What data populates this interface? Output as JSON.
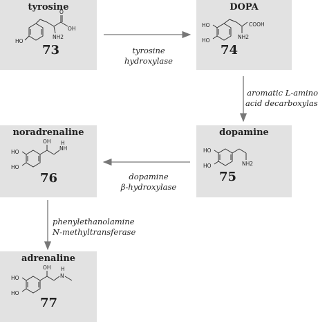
{
  "compounds": [
    {
      "name": "tyrosine",
      "number": "73",
      "labels": {
        "oh": "HO",
        "cooh_o": "O",
        "cooh_oh": "OH",
        "nh2": "NH2"
      }
    },
    {
      "name": "DOPA",
      "number": "74",
      "labels": {
        "oh1": "HO",
        "oh2": "HO",
        "cooh": "COOH",
        "nh2": "NH2"
      }
    },
    {
      "name": "dopamine",
      "number": "75",
      "labels": {
        "oh1": "HO",
        "oh2": "HO",
        "nh2": "NH2"
      }
    },
    {
      "name": "noradrenaline",
      "number": "76",
      "labels": {
        "oh1": "HO",
        "oh2": "HO",
        "oh3": "OH",
        "nh": "NH",
        "h": "H"
      }
    },
    {
      "name": "adrenaline",
      "number": "77",
      "labels": {
        "oh1": "HO",
        "oh2": "HO",
        "oh3": "OH",
        "n": "N",
        "h": "H"
      }
    }
  ],
  "enzymes": {
    "e1": {
      "line1": "tyrosine",
      "line2": "hydroxylase"
    },
    "e2": {
      "line1": "aromatic L-amino",
      "line2": "acid decarboxylase"
    },
    "e3": {
      "line1": "dopamine",
      "line2": "β-hydroxylase"
    },
    "e4": {
      "line1": "phenylethanolamine",
      "line2": "N-methyltransferase"
    }
  },
  "colors": {
    "box": "#e2e2e2",
    "arrow": "#777777",
    "bond": "#333333"
  }
}
